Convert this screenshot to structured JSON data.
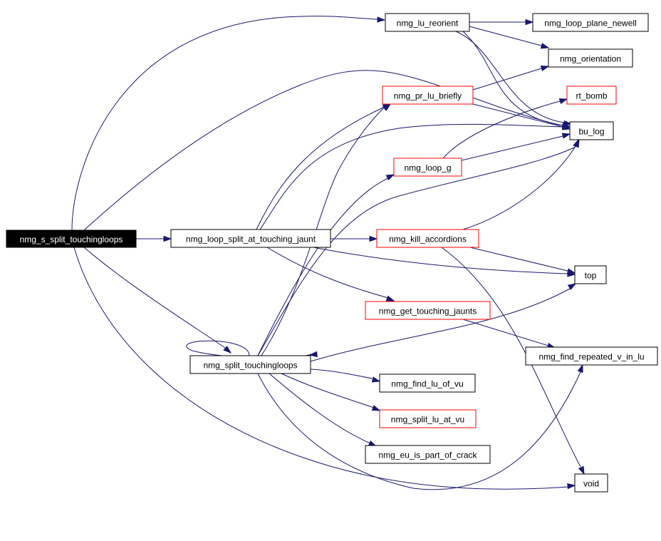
{
  "colors": {
    "edge": "#191970",
    "border_normal": "#000000",
    "border_truncated": "#ff0000",
    "root_fill": "#000000",
    "root_text": "#ffffff",
    "node_fill": "#ffffff",
    "node_text": "#000000"
  },
  "nodes": [
    {
      "id": "nmg_s_split_touchingloops",
      "label": "nmg_s_split_touchingloops",
      "kind": "root"
    },
    {
      "id": "nmg_lu_reorient",
      "label": "nmg_lu_reorient",
      "kind": "normal"
    },
    {
      "id": "nmg_loop_plane_newell",
      "label": "nmg_loop_plane_newell",
      "kind": "normal"
    },
    {
      "id": "nmg_orientation",
      "label": "nmg_orientation",
      "kind": "normal"
    },
    {
      "id": "nmg_pr_lu_briefly",
      "label": "nmg_pr_lu_briefly",
      "kind": "truncated"
    },
    {
      "id": "rt_bomb",
      "label": "rt_bomb",
      "kind": "truncated"
    },
    {
      "id": "bu_log",
      "label": "bu_log",
      "kind": "normal"
    },
    {
      "id": "nmg_loop_g",
      "label": "nmg_loop_g",
      "kind": "truncated"
    },
    {
      "id": "nmg_loop_split_at_touching_jaunt",
      "label": "nmg_loop_split_at_touching_jaunt",
      "kind": "normal"
    },
    {
      "id": "nmg_kill_accordions",
      "label": "nmg_kill_accordions",
      "kind": "truncated"
    },
    {
      "id": "top",
      "label": "top",
      "kind": "normal"
    },
    {
      "id": "nmg_get_touching_jaunts",
      "label": "nmg_get_touching_jaunts",
      "kind": "truncated"
    },
    {
      "id": "nmg_find_repeated_v_in_lu",
      "label": "nmg_find_repeated_v_in_lu",
      "kind": "normal"
    },
    {
      "id": "nmg_split_touchingloops",
      "label": "nmg_split_touchingloops",
      "kind": "normal"
    },
    {
      "id": "nmg_find_lu_of_vu",
      "label": "nmg_find_lu_of_vu",
      "kind": "normal"
    },
    {
      "id": "nmg_split_lu_at_vu",
      "label": "nmg_split_lu_at_vu",
      "kind": "truncated"
    },
    {
      "id": "nmg_eu_is_part_of_crack",
      "label": "nmg_eu_is_part_of_crack",
      "kind": "normal"
    },
    {
      "id": "void",
      "label": "void",
      "kind": "normal"
    }
  ],
  "edges": [
    {
      "from": "nmg_s_split_touchingloops",
      "to": "nmg_lu_reorient"
    },
    {
      "from": "nmg_s_split_touchingloops",
      "to": "bu_log"
    },
    {
      "from": "nmg_s_split_touchingloops",
      "to": "nmg_loop_split_at_touching_jaunt"
    },
    {
      "from": "nmg_s_split_touchingloops",
      "to": "nmg_split_touchingloops"
    },
    {
      "from": "nmg_s_split_touchingloops",
      "to": "void"
    },
    {
      "from": "nmg_lu_reorient",
      "to": "nmg_loop_plane_newell"
    },
    {
      "from": "nmg_lu_reorient",
      "to": "nmg_orientation"
    },
    {
      "from": "nmg_lu_reorient",
      "to": "rt_bomb"
    },
    {
      "from": "nmg_lu_reorient",
      "to": "bu_log"
    },
    {
      "from": "nmg_lu_reorient",
      "to": "bu_log"
    },
    {
      "from": "nmg_pr_lu_briefly",
      "to": "nmg_orientation"
    },
    {
      "from": "nmg_pr_lu_briefly",
      "to": "bu_log"
    },
    {
      "from": "nmg_loop_g",
      "to": "rt_bomb"
    },
    {
      "from": "nmg_loop_g",
      "to": "bu_log"
    },
    {
      "from": "nmg_loop_split_at_touching_jaunt",
      "to": "nmg_pr_lu_briefly"
    },
    {
      "from": "nmg_loop_split_at_touching_jaunt",
      "to": "bu_log"
    },
    {
      "from": "nmg_loop_split_at_touching_jaunt",
      "to": "nmg_kill_accordions"
    },
    {
      "from": "nmg_loop_split_at_touching_jaunt",
      "to": "top"
    },
    {
      "from": "nmg_loop_split_at_touching_jaunt",
      "to": "nmg_get_touching_jaunts"
    },
    {
      "from": "nmg_kill_accordions",
      "to": "bu_log"
    },
    {
      "from": "nmg_kill_accordions",
      "to": "top"
    },
    {
      "from": "nmg_kill_accordions",
      "to": "void"
    },
    {
      "from": "nmg_get_touching_jaunts",
      "to": "nmg_find_repeated_v_in_lu"
    },
    {
      "from": "nmg_split_touchingloops",
      "to": "nmg_split_touchingloops"
    },
    {
      "from": "nmg_split_touchingloops",
      "to": "nmg_loop_g"
    },
    {
      "from": "nmg_split_touchingloops",
      "to": "bu_log"
    },
    {
      "from": "nmg_split_touchingloops",
      "to": "nmg_pr_lu_briefly"
    },
    {
      "from": "nmg_split_touchingloops",
      "to": "top"
    },
    {
      "from": "nmg_split_touchingloops",
      "to": "nmg_find_lu_of_vu"
    },
    {
      "from": "nmg_split_touchingloops",
      "to": "nmg_split_lu_at_vu"
    },
    {
      "from": "nmg_split_touchingloops",
      "to": "nmg_eu_is_part_of_crack"
    },
    {
      "from": "nmg_split_touchingloops",
      "to": "nmg_find_repeated_v_in_lu"
    }
  ]
}
